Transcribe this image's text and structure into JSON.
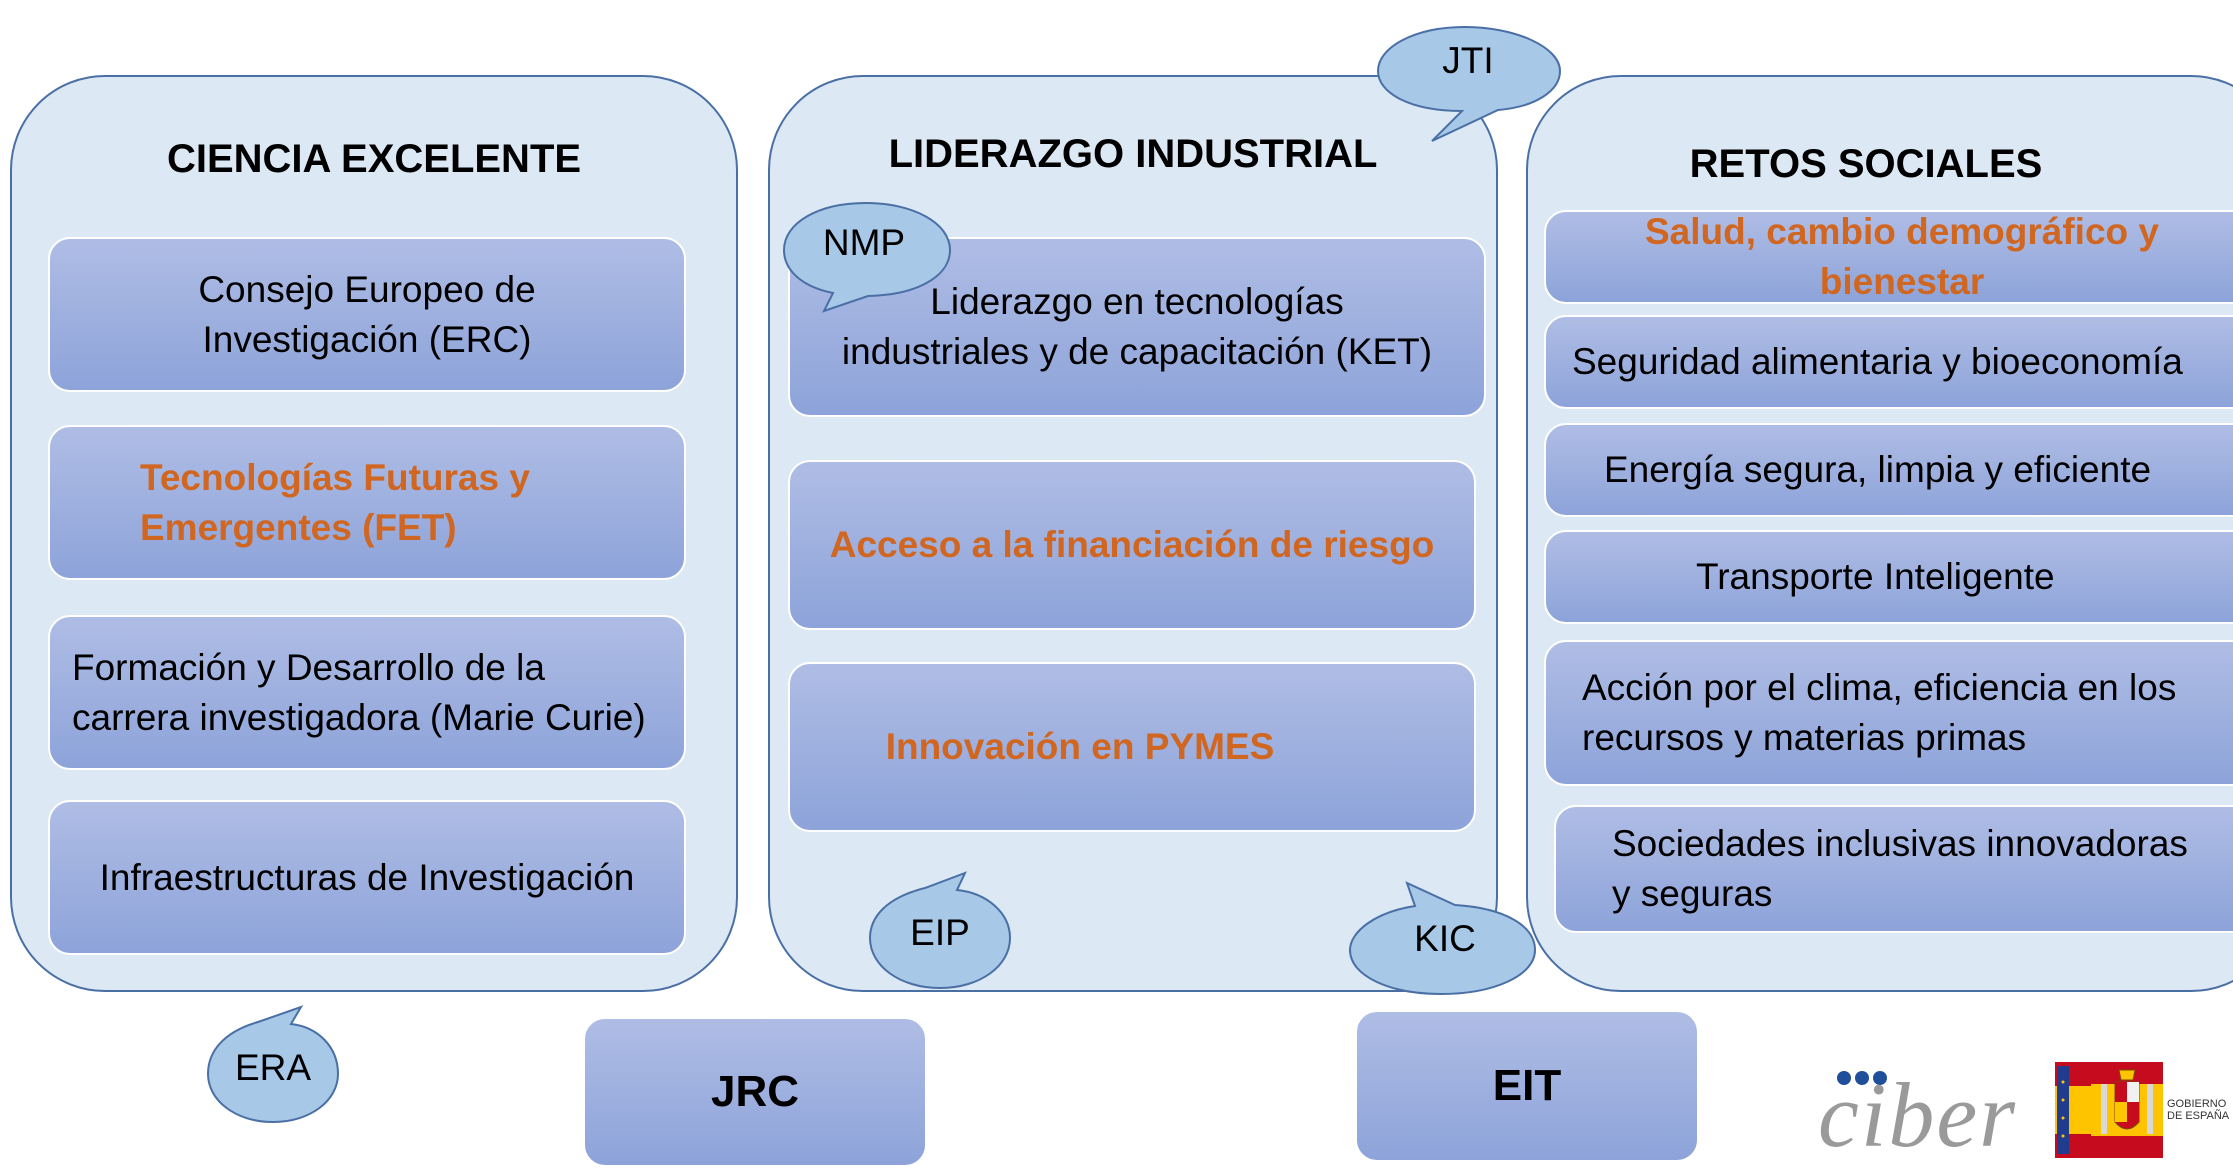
{
  "pillars": {
    "ciencia": {
      "title": "CIENCIA EXCELENTE",
      "items": [
        {
          "text": "Consejo Europeo de\nInvestigación (ERC)"
        },
        {
          "text": "Tecnologías Futuras y\nEmergentes (FET)"
        },
        {
          "text": "Formación y Desarrollo de la\ncarrera investigadora (Marie Curie)"
        },
        {
          "text": "Infraestructuras de Investigación"
        }
      ]
    },
    "liderazgo": {
      "title": "LIDERAZGO INDUSTRIAL",
      "items": [
        {
          "text": "Liderazgo en tecnologías\nindustriales y de capacitación (KET)"
        },
        {
          "text": "Acceso a la financiación de riesgo"
        },
        {
          "text": "Innovación en PYMES"
        }
      ]
    },
    "retos": {
      "title": "RETOS SOCIALES",
      "items": [
        {
          "text": "Salud, cambio demográfico y bienestar"
        },
        {
          "text": "Seguridad alimentaria y bioeconomía"
        },
        {
          "text": "Energía segura, limpia y eficiente"
        },
        {
          "text": "Transporte Inteligente"
        },
        {
          "text": "Acción por el clima, eficiencia en los\nrecursos y materias primas"
        },
        {
          "text": "Sociedades inclusivas innovadoras\ny seguras"
        }
      ]
    }
  },
  "callouts": {
    "jti": "JTI",
    "nmp": "NMP",
    "eip": "EIP",
    "kic": "KIC",
    "era": "ERA"
  },
  "bottom": {
    "jrc": "JRC",
    "eit": "EIT"
  },
  "logos": {
    "ciber": "ciber",
    "gobierno_line1": "GOBIERNO",
    "gobierno_line2": "DE ESPAÑA"
  },
  "colors": {
    "pillar_fill": "#dce9f5",
    "pillar_border": "#4a6fa5",
    "box_fill": "#9fb1e0",
    "highlight_text": "#d0661f",
    "callout_fill": "#a8c8e8",
    "logo_gray": "#9a9a9a",
    "flag_red": "#c60b1e",
    "flag_yellow": "#ffc400"
  }
}
